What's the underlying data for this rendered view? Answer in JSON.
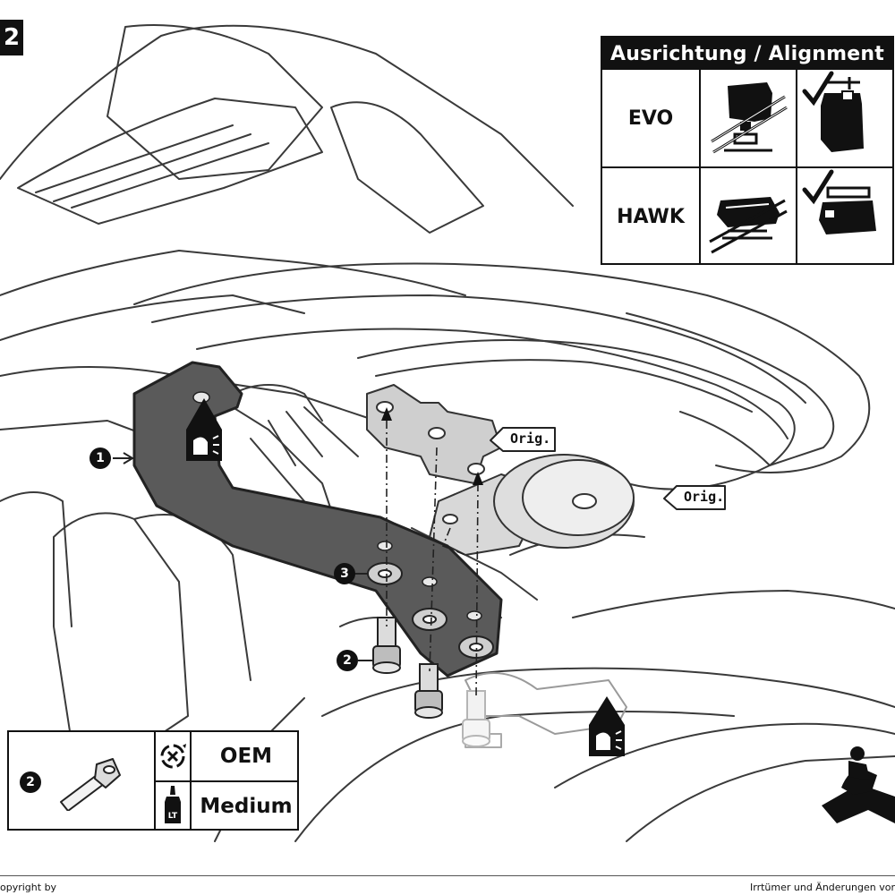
{
  "step": {
    "number": "2"
  },
  "alignment": {
    "title": "Ausrichtung / Alignment",
    "rows": [
      {
        "label": "EVO"
      },
      {
        "label": "HAWK"
      }
    ]
  },
  "callouts": {
    "part1": "1",
    "part2": "2",
    "part3": "3",
    "orig_upper": "Orig.",
    "orig_lower": "Orig."
  },
  "info_box": {
    "part_number": "2",
    "torque": "OEM",
    "threadlock": "Medium",
    "threadlock_icon_text": "LT"
  },
  "footer": {
    "left": "opyright by",
    "right": "Irrtümer und Änderungen vor"
  },
  "colors": {
    "ink": "#111111",
    "bracket": "#555555",
    "line": "#444444"
  }
}
